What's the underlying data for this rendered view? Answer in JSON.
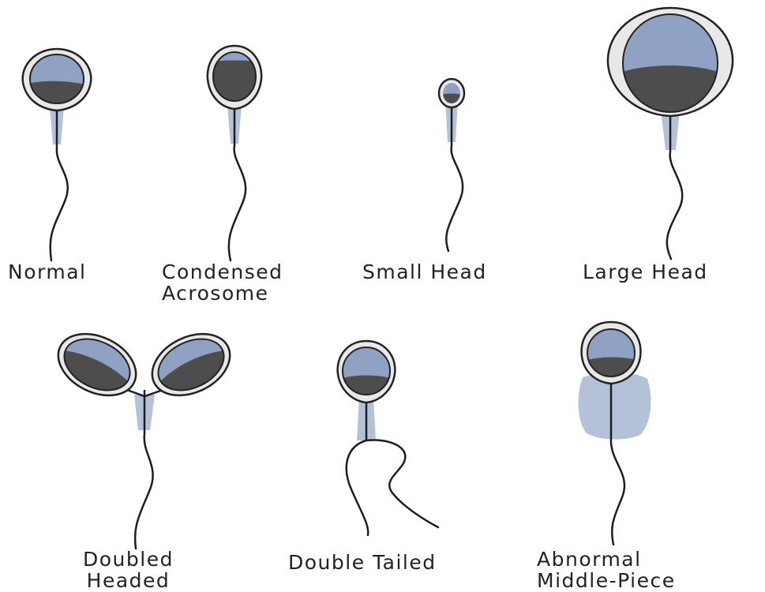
{
  "colors": {
    "outline": "#222222",
    "membrane": "#e8e8e8",
    "acrosome": "#8fa2c4",
    "nucleus": "#4d4d4d",
    "midpiece": "#b3c1d9",
    "tail": "#1e1e1e"
  },
  "cells": [
    {
      "id": "normal",
      "label": "Normal"
    },
    {
      "id": "condensed",
      "label": "Condensed",
      "label2": "Acrosome"
    },
    {
      "id": "small",
      "label": "Small Head"
    },
    {
      "id": "large",
      "label": "Large Head"
    },
    {
      "id": "doubled",
      "label": "Doubled",
      "label2": "Headed"
    },
    {
      "id": "doubletail",
      "label": "Double Tailed"
    },
    {
      "id": "abnormal",
      "label": "Abnormal",
      "label2": "Middle-Piece"
    }
  ]
}
